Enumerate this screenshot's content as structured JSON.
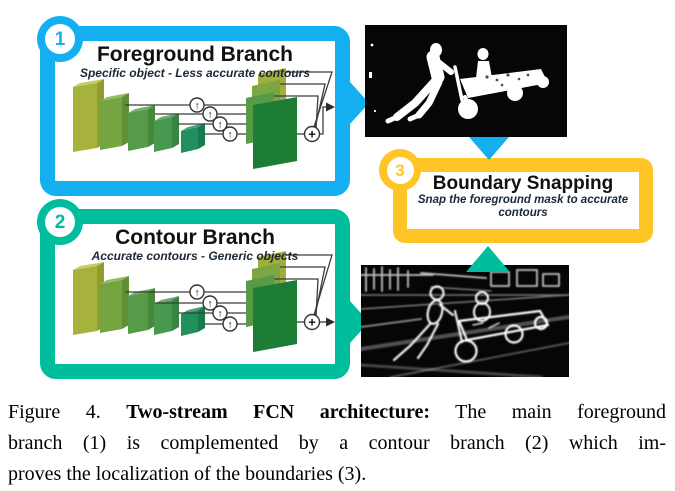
{
  "figure": {
    "branches": [
      {
        "number": "1",
        "title": "Foreground Branch",
        "subtitle": "Specific object - Less accurate contours",
        "accent_color": "#14AFF1"
      },
      {
        "number": "2",
        "title": "Contour Branch",
        "subtitle": "Accurate contours - Generic objects",
        "accent_color": "#00BD9D"
      },
      {
        "number": "3",
        "title": "Boundary Snapping",
        "subtitle": "Snap the foreground mask to accurate contours",
        "accent_color": "#FFC425"
      }
    ],
    "icons": {
      "upsample": "↑",
      "sum": "+"
    },
    "images": [
      {
        "name": "foreground-mask",
        "description": "white foreground mask (person pushing soapbox cart) on black"
      },
      {
        "name": "contour-map",
        "description": "white contour edge map of the same scene on black"
      }
    ]
  },
  "caption": {
    "label": "Figure 4.",
    "title_bold": "Two-stream FCN architecture:",
    "line1_rest": " The main foreground",
    "line2": "branch (1) is complemented by a contour branch (2) which im-",
    "line3": "proves the localization of the boundaries (3)."
  }
}
